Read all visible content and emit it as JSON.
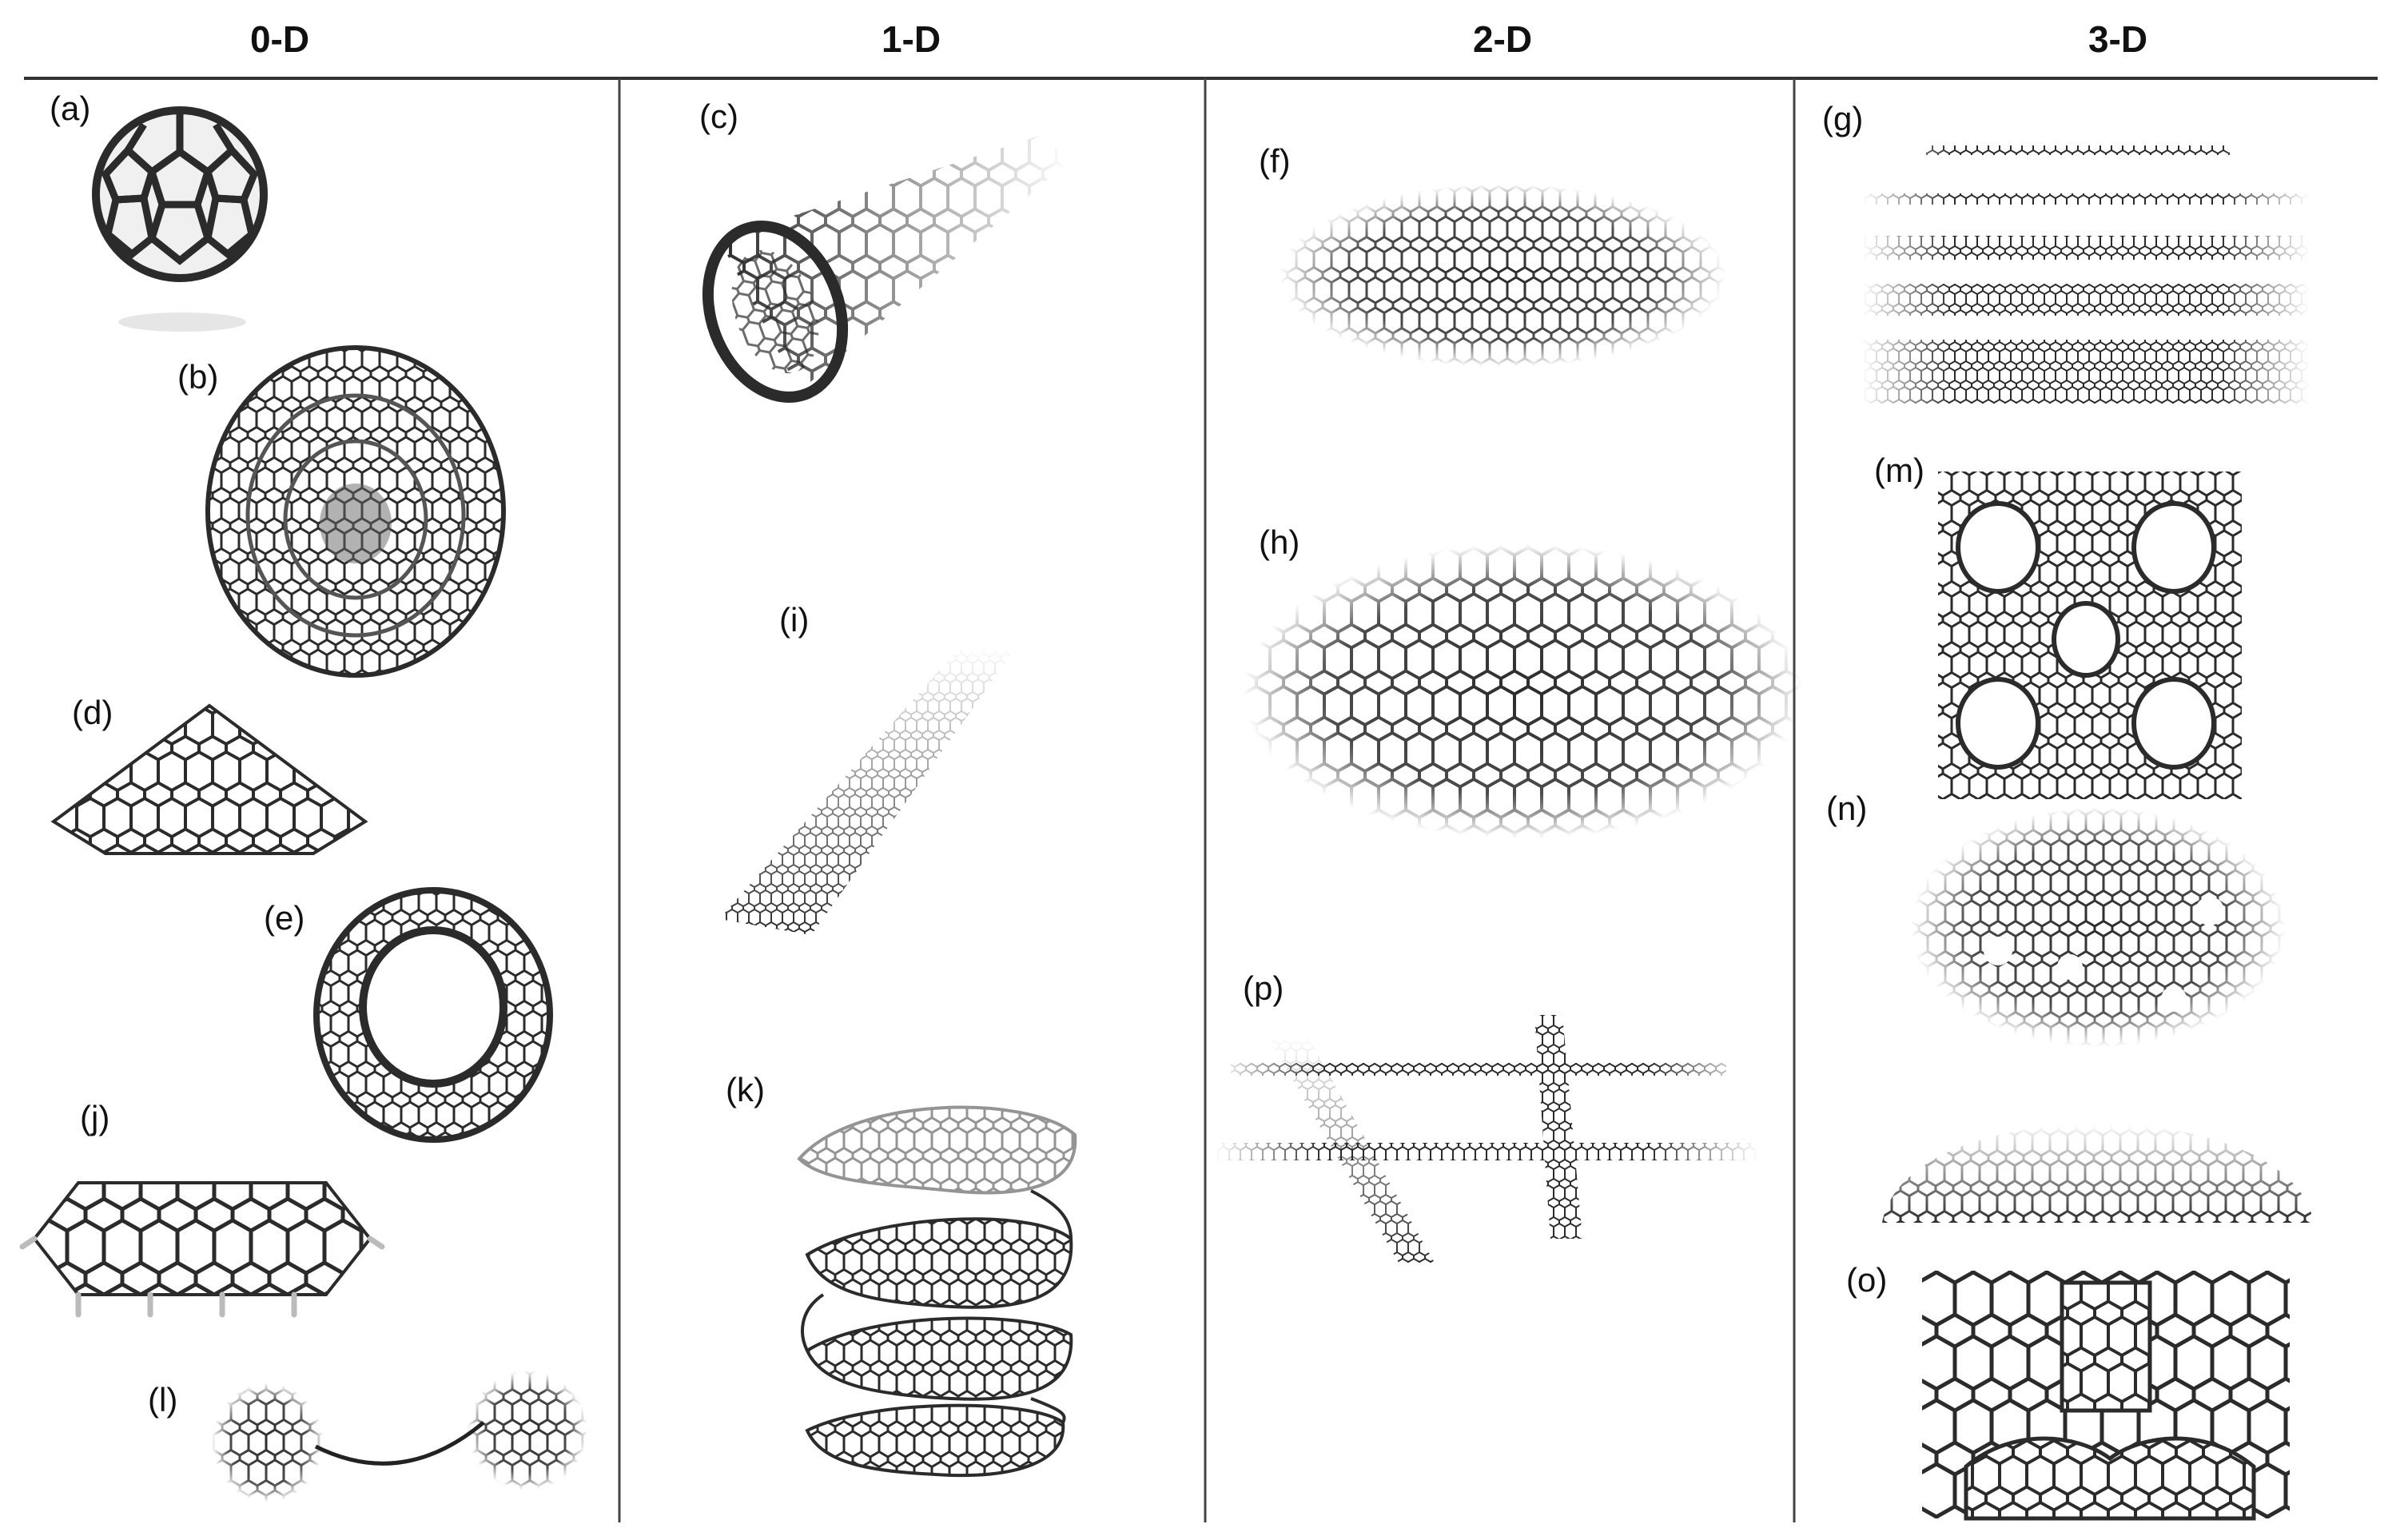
{
  "columns": [
    "0-D",
    "1-D",
    "2-D",
    "3-D"
  ],
  "panels": {
    "a": "(a)",
    "b": "(b)",
    "c": "(c)",
    "d": "(d)",
    "e": "(e)",
    "f": "(f)",
    "g": "(g)",
    "h": "(h)",
    "i": "(i)",
    "j": "(j)",
    "k": "(k)",
    "l": "(l)",
    "m": "(m)",
    "n": "(n)",
    "o": "(o)",
    "p": "(p)"
  },
  "colors": {
    "structure": "#2b2b2b",
    "rule": "#333333",
    "fade": "#9a9a9a"
  }
}
